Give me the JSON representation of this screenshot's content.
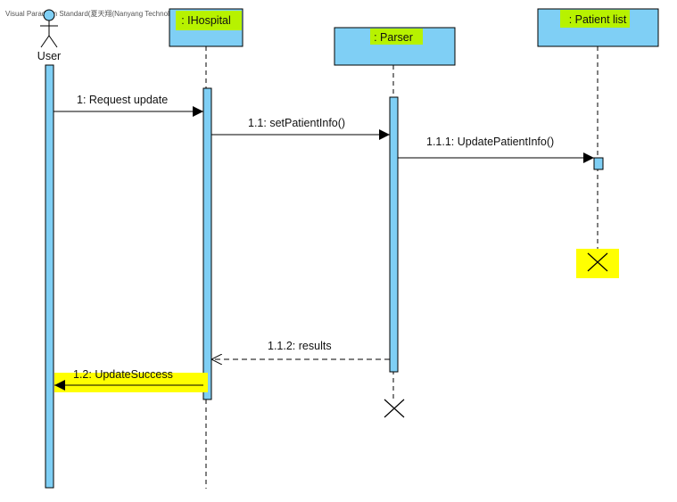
{
  "watermark": "Visual Paradigm Standard(夏天翔(Nanyang Technological University))",
  "actor": {
    "name": "User"
  },
  "lifelines": [
    {
      "id": "hospital",
      "label": ": IHospital"
    },
    {
      "id": "parser",
      "label": ": Parser"
    },
    {
      "id": "patient_list",
      "label": ": Patient list"
    }
  ],
  "messages": [
    {
      "label": "1: Request update"
    },
    {
      "label": "1.1: setPatientInfo()"
    },
    {
      "label": "1.1.1: UpdatePatientInfo()"
    },
    {
      "label": "1.1.2: results"
    },
    {
      "label": "1.2: UpdateSuccess"
    }
  ],
  "colors": {
    "lifeline_fill": "#7fcff5",
    "stroke": "#000000",
    "label_highlight": "#b7f200",
    "marker_highlight": "#ffff00",
    "actor_head": "#7fcff5"
  }
}
